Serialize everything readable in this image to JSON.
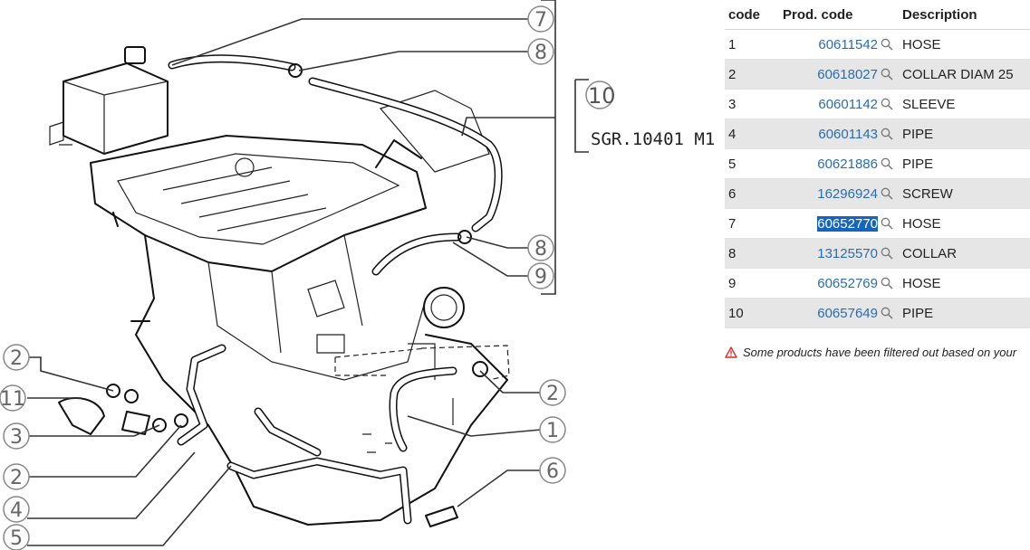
{
  "diagram": {
    "reference_group": {
      "number": "10",
      "code": "SGR.10401 M1"
    },
    "callouts": [
      "7",
      "8",
      "8",
      "9",
      "2",
      "11",
      "3",
      "2",
      "4",
      "5",
      "2",
      "1",
      "6"
    ]
  },
  "table": {
    "headers": {
      "code": "code",
      "prod_code": "Prod. code",
      "description": "Description"
    },
    "rows": [
      {
        "code": "1",
        "prod_code": "60611542",
        "description": "HOSE"
      },
      {
        "code": "2",
        "prod_code": "60618027",
        "description": "COLLAR DIAM 25"
      },
      {
        "code": "3",
        "prod_code": "60601142",
        "description": "SLEEVE"
      },
      {
        "code": "4",
        "prod_code": "60601143",
        "description": "PIPE"
      },
      {
        "code": "5",
        "prod_code": "60621886",
        "description": "PIPE"
      },
      {
        "code": "6",
        "prod_code": "16296924",
        "description": "SCREW"
      },
      {
        "code": "7",
        "prod_code": "60652770",
        "description": "HOSE",
        "selected": true
      },
      {
        "code": "8",
        "prod_code": "13125570",
        "description": "COLLAR"
      },
      {
        "code": "9",
        "prod_code": "60652769",
        "description": "HOSE"
      },
      {
        "code": "10",
        "prod_code": "60657649",
        "description": "PIPE"
      }
    ],
    "row_icon": "search-icon"
  },
  "notice": {
    "icon": "warning-icon",
    "text": "Some products have been filtered out based on your"
  },
  "colors": {
    "link": "#2a6db0",
    "selection": "#1565c0",
    "alt_row": "#e6e6e6",
    "warning": "#d32f2f"
  }
}
